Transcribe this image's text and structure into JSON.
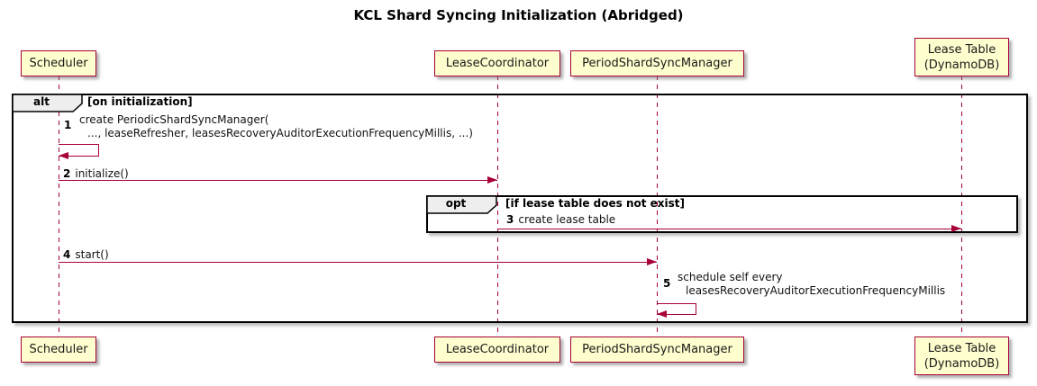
{
  "title": "KCL Shard Syncing Initialization (Abridged)",
  "colors": {
    "participant_fill": "#FEFECE",
    "participant_border": "#A80036",
    "arrow": "#A80036",
    "lifeline": "#A80036",
    "frame_border": "#000000",
    "frame_label_bg": "#EEEEEE"
  },
  "participants": [
    {
      "label": "Scheduler"
    },
    {
      "label": "LeaseCoordinator"
    },
    {
      "label": "PeriodShardSyncManager"
    },
    {
      "label_line1": "Lease Table",
      "label_line2": "(DynamoDB)"
    }
  ],
  "frames": {
    "alt": {
      "keyword": "alt",
      "condition": "[on initialization]"
    },
    "opt": {
      "keyword": "opt",
      "condition": "[if lease table does not exist]"
    }
  },
  "messages": [
    {
      "num": "1",
      "line1": "create PeriodicShardSyncManager(",
      "line2": "..., leaseRefresher, leasesRecoveryAuditorExecutionFrequencyMillis, ...)"
    },
    {
      "num": "2",
      "text": "initialize()"
    },
    {
      "num": "3",
      "text": "create lease table"
    },
    {
      "num": "4",
      "text": "start()"
    },
    {
      "num": "5",
      "line1": "schedule self every",
      "line2": "leasesRecoveryAuditorExecutionFrequencyMillis"
    }
  ]
}
